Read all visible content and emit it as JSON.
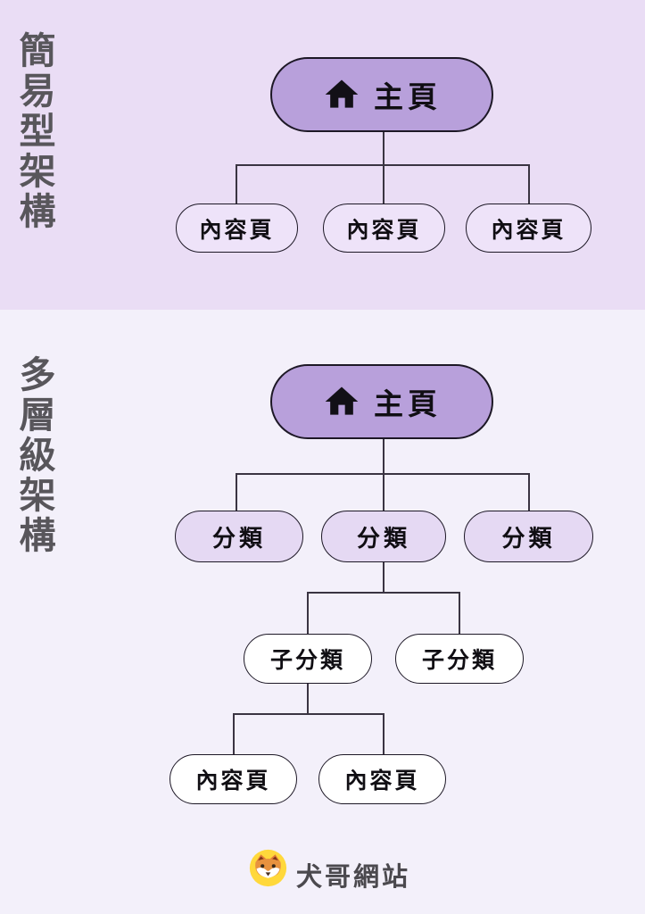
{
  "colors": {
    "section1_bg": "#EADDF5",
    "section2_bg": "#F3F0FA",
    "root_node_fill": "#B8A0DB",
    "leaf_light_fill": "#EEE3F9",
    "category_fill": "#E5D9F3",
    "white_fill": "#FFFFFF",
    "node_border": "#1D1826",
    "line": "#3A3442",
    "title_text": "#58565B",
    "node_text": "#100E13",
    "brand_text": "#4B494E",
    "logo_yellow": "#FFD83B",
    "fox_orange": "#E8923F"
  },
  "sections": [
    {
      "title": "簡易型架構",
      "root": {
        "label": "主頁",
        "icon": "home-icon"
      },
      "level1": [
        "內容頁",
        "內容頁",
        "內容頁"
      ]
    },
    {
      "title": "多層級架構",
      "root": {
        "label": "主頁",
        "icon": "home-icon"
      },
      "level1": [
        "分類",
        "分類",
        "分類"
      ],
      "level2": [
        "子分類",
        "子分類"
      ],
      "level3": [
        "內容頁",
        "內容頁"
      ]
    }
  ],
  "footer": {
    "brand": "犬哥網站",
    "logo": "fox-face-logo"
  }
}
